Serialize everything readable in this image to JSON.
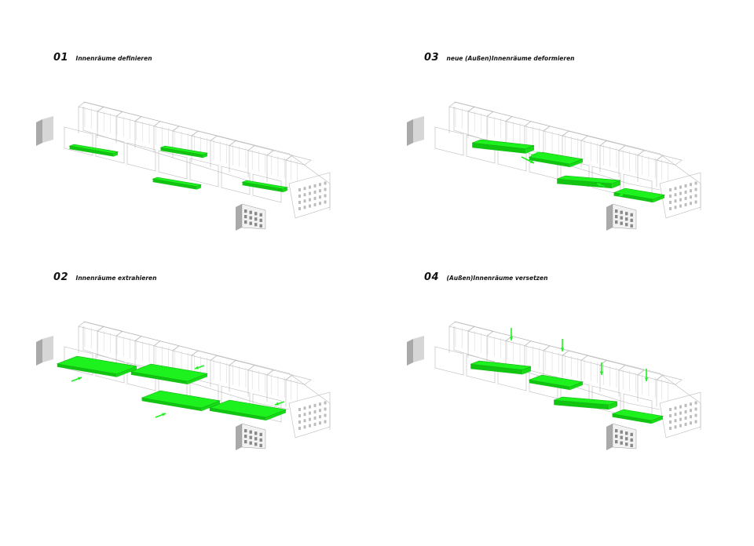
{
  "colors": {
    "accent": "#1ef21e",
    "line": "#b8b8b8",
    "tower": "#a9a9a9"
  },
  "panels": [
    {
      "number": "01",
      "title": "Innenräume definieren"
    },
    {
      "number": "02",
      "title": "Innenräume extrahieren"
    },
    {
      "number": "03",
      "title": "neue (Außen)Innenräume deformieren"
    },
    {
      "number": "04",
      "title": "(Außen)Innenräume versetzen"
    }
  ]
}
